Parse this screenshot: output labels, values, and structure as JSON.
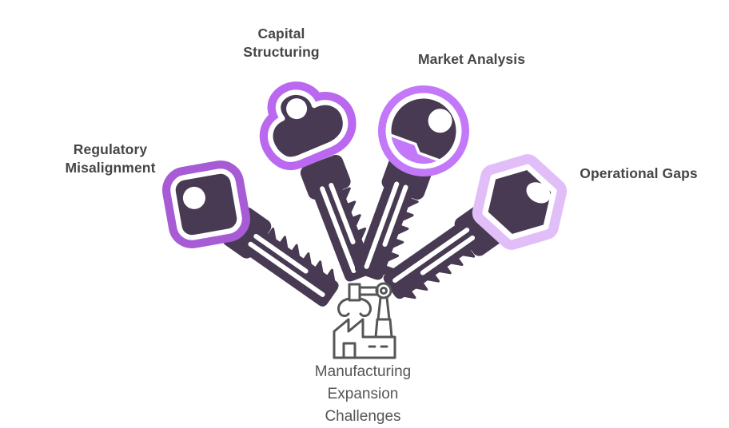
{
  "page": {
    "background": "#ffffff"
  },
  "diagram": {
    "key_body_color": "#483a52",
    "keys": [
      {
        "label": "Regulatory Misalignment",
        "label_lines": [
          "Regulatory",
          "Misalignment"
        ],
        "ring_color": "#a75cd6",
        "head_shape": "rounded-square"
      },
      {
        "label": "Capital Structuring",
        "label_lines": [
          "Capital",
          "Structuring"
        ],
        "ring_color": "#ba68ef",
        "head_shape": "cloud"
      },
      {
        "label": "Market Analysis",
        "label_lines": [
          "Market Analysis"
        ],
        "ring_color": "#c377f9",
        "head_shape": "round"
      },
      {
        "label": "Operational Gaps",
        "label_lines": [
          "Operational Gaps"
        ],
        "ring_color": "#e2bef9",
        "head_shape": "hexagon"
      }
    ],
    "center": {
      "icon": "factory-robot-arm",
      "icon_color": "#565656",
      "caption_lines": [
        "Manufacturing",
        "Expansion",
        "Challenges"
      ]
    },
    "text": {
      "label_color": "#464646",
      "caption_color": "#565656"
    }
  }
}
